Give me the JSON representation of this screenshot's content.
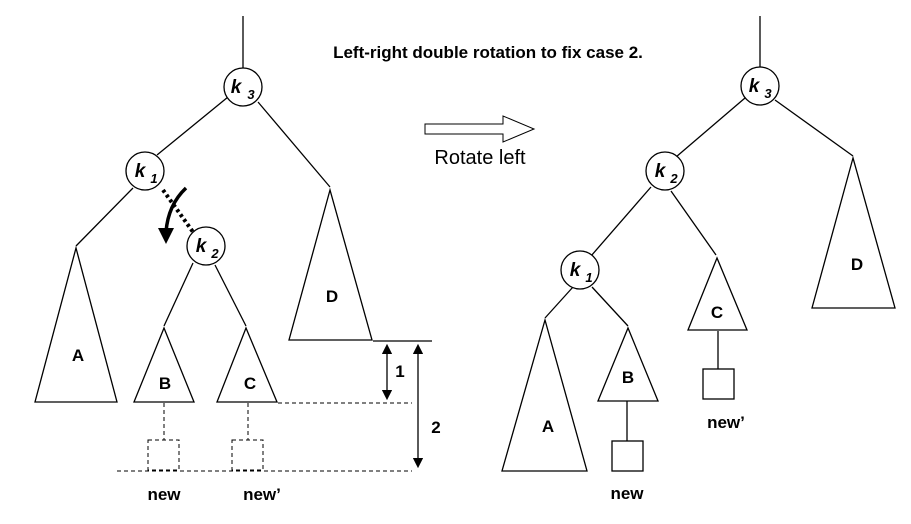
{
  "title": "Left-right double rotation to fix case 2.",
  "arrow_label": "Rotate left",
  "left_tree": {
    "nodes": [
      {
        "base": "k",
        "sub": "3"
      },
      {
        "base": "k",
        "sub": "1"
      },
      {
        "base": "k",
        "sub": "2"
      }
    ],
    "subtrees": [
      "A",
      "B",
      "C",
      "D"
    ],
    "leaf_labels": [
      "new",
      "new’"
    ],
    "height_markers": [
      "1",
      "2"
    ]
  },
  "right_tree": {
    "nodes": [
      {
        "base": "k",
        "sub": "3"
      },
      {
        "base": "k",
        "sub": "2"
      },
      {
        "base": "k",
        "sub": "1"
      }
    ],
    "subtrees": [
      "A",
      "B",
      "C",
      "D"
    ],
    "leaf_labels": [
      "new",
      "new’"
    ]
  }
}
